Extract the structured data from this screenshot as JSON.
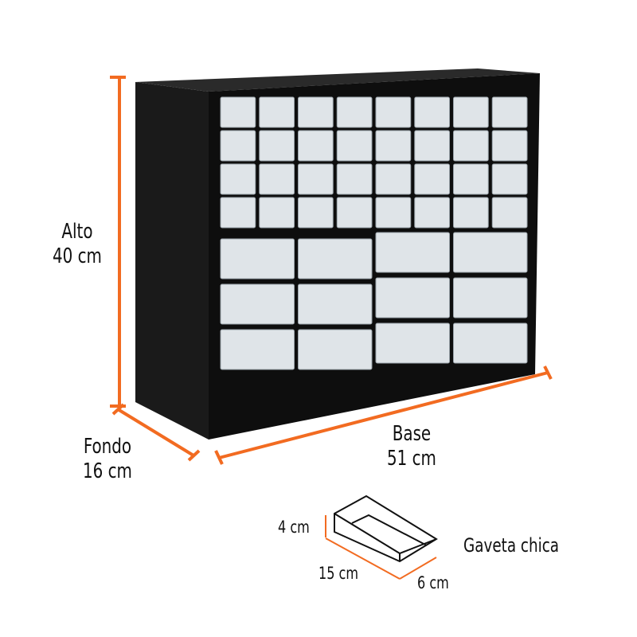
{
  "colors": {
    "accent": "#f26b21",
    "cabinet": "#111111",
    "drawer": "#dfe4e8"
  },
  "dimensions": {
    "height": {
      "label": "Alto",
      "value": "40 cm"
    },
    "depth": {
      "label": "Fondo",
      "value": "16 cm"
    },
    "width": {
      "label": "Base",
      "value": "51 cm"
    }
  },
  "small_drawer": {
    "title": "Gaveta chica",
    "height": "4 cm",
    "length": "15 cm",
    "width": "6 cm"
  }
}
